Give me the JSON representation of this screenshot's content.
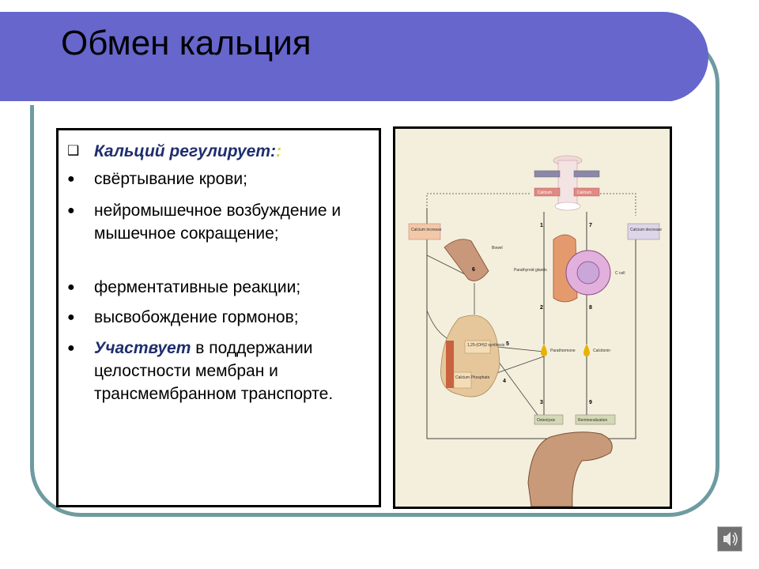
{
  "slide": {
    "title": "Обмен кальция",
    "lead": {
      "emphasis": "Кальций регулирует:",
      "extra_colon": ":"
    },
    "items": [
      "свёртывание крови;",
      "нейромышечное возбуждение и мышечное сокращение;",
      " ферментативные реакции;",
      "высвобождение гормонов;"
    ],
    "last_item": {
      "emphasis": "Участвует",
      "rest": " в поддержании целостности мембран и трансмембранном транспорте."
    }
  },
  "diagram": {
    "labels": {
      "calcium_increase": "Calcium increase",
      "calcium_decrease": "Calcium decrease",
      "calcium_low": "Calcium",
      "calcium_high": "Calcium",
      "bowel": "Bowel",
      "parathyroid": "Parathyroid glands",
      "c_cell": "C cell",
      "synthesis": "1,25-(OH)2 synthesis",
      "urinary": "Calcium Phosphate",
      "pth": "Parathormone",
      "calcitonin": "Calcitonin",
      "osteolysis": "Osteolysis",
      "remineralization": "Remineralization"
    },
    "steps": [
      "1",
      "2",
      "3",
      "4",
      "5",
      "6",
      "7",
      "8",
      "9"
    ]
  },
  "colors": {
    "title_bar": "#6666cc",
    "frame": "#6e9ba0",
    "accent_text": "#1e2e6e",
    "diagram_bg": "#f4efdc"
  },
  "icons": {
    "sound": "speaker-icon"
  }
}
